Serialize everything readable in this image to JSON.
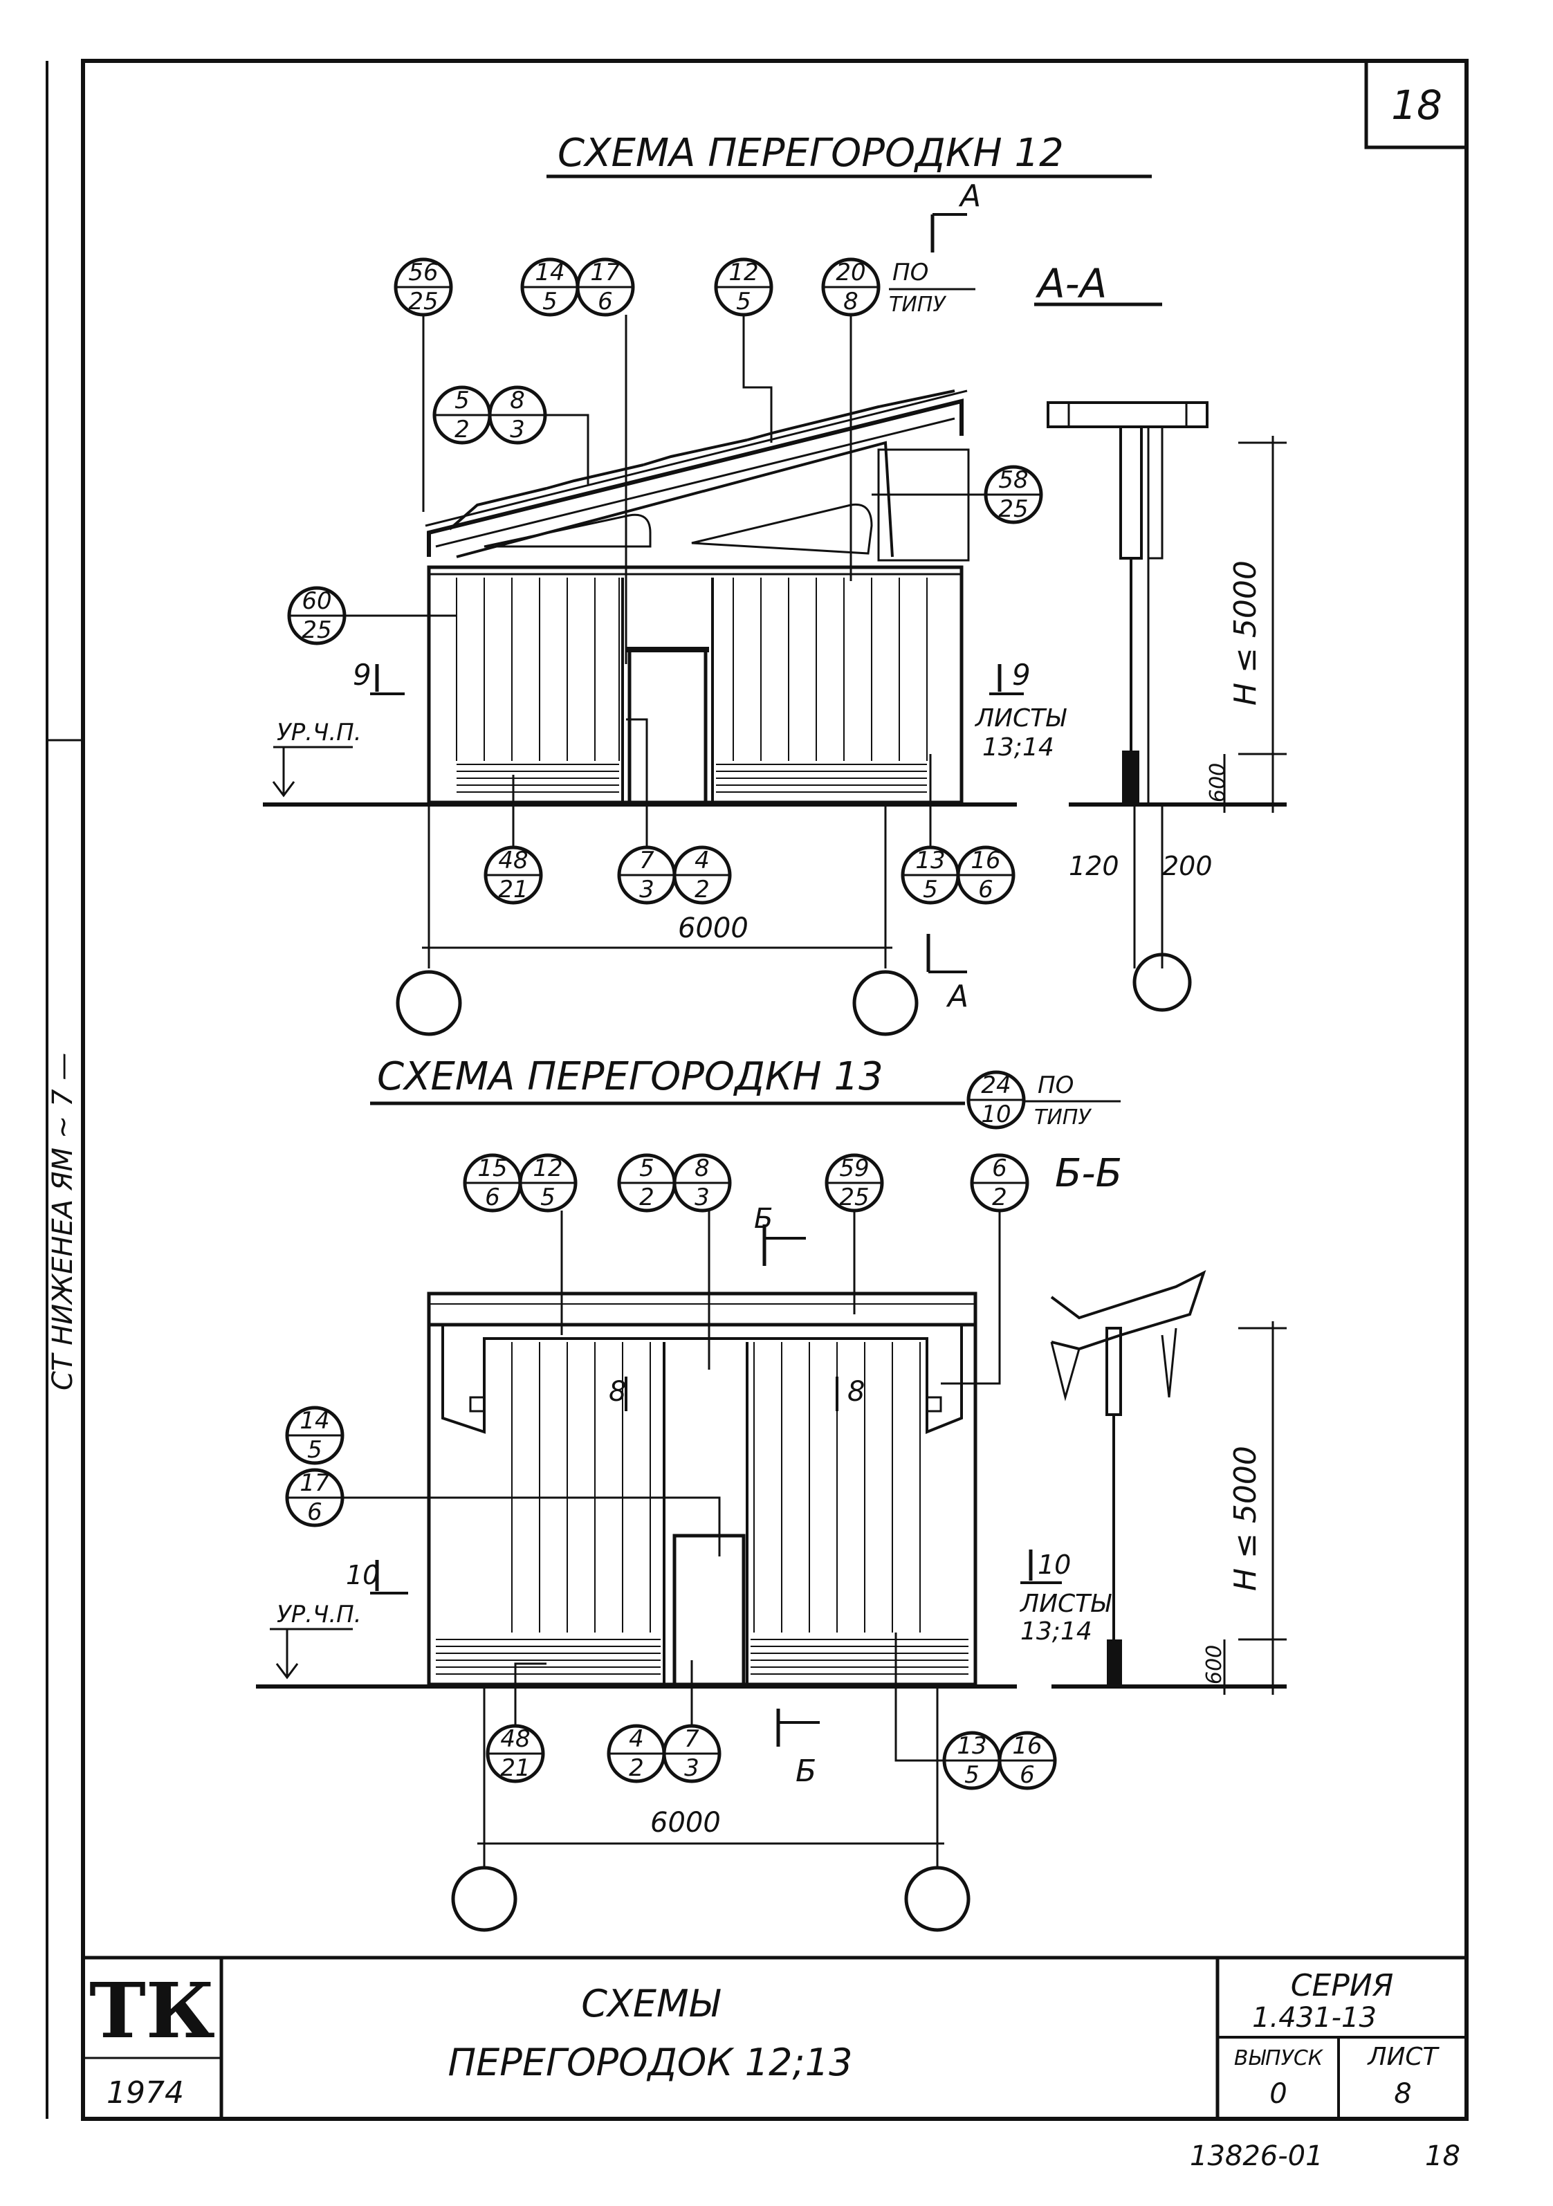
{
  "sheet_number": "18",
  "side_stamp": "СТ НИЖЕНЕА ЯМ ~ 7 — ",
  "top_scheme": {
    "title": "СХЕМА ПЕРЕГОРОДКН 12",
    "section_label": "А-А",
    "section_mark": "А",
    "po_tipu_1": "ПО",
    "po_tipu_2": "ТИПУ",
    "level_label": "УР.Ч.П.",
    "mark_9": "9",
    "sheets_label": "ЛИСТЫ",
    "sheets_numbers": "13;14",
    "span": "6000",
    "height": "H ≤ 5000",
    "dim_600": "600",
    "dim_120": "120",
    "dim_200": "200",
    "callouts": [
      {
        "top": "56",
        "bottom": "25"
      },
      {
        "top": "14",
        "bottom": "5"
      },
      {
        "top": "17",
        "bottom": "6"
      },
      {
        "top": "12",
        "bottom": "5"
      },
      {
        "top": "20",
        "bottom": "8"
      },
      {
        "top": "5",
        "bottom": "2"
      },
      {
        "top": "8",
        "bottom": "3"
      },
      {
        "top": "58",
        "bottom": "25"
      },
      {
        "top": "60",
        "bottom": "25"
      },
      {
        "top": "48",
        "bottom": "21"
      },
      {
        "top": "7",
        "bottom": "3"
      },
      {
        "top": "4",
        "bottom": "2"
      },
      {
        "top": "13",
        "bottom": "5"
      },
      {
        "top": "16",
        "bottom": "6"
      }
    ]
  },
  "bottom_scheme": {
    "title": "СХЕМА ПЕРЕГОРОДКН 13",
    "section_label": "Б-Б",
    "section_mark": "Б",
    "po_tipu_1": "ПО",
    "po_tipu_2": "ТИПУ",
    "level_label": "УР.Ч.П.",
    "mark_10": "10",
    "mark_8": "8",
    "sheets_label": "ЛИСТЫ",
    "sheets_numbers": "13;14",
    "span": "6000",
    "height": "H ≤ 5000",
    "dim_600": "600",
    "callouts": [
      {
        "top": "24",
        "bottom": "10"
      },
      {
        "top": "15",
        "bottom": "6"
      },
      {
        "top": "12",
        "bottom": "5"
      },
      {
        "top": "5",
        "bottom": "2"
      },
      {
        "top": "8",
        "bottom": "3"
      },
      {
        "top": "59",
        "bottom": "25"
      },
      {
        "top": "6",
        "bottom": "2"
      },
      {
        "top": "14",
        "bottom": "5"
      },
      {
        "top": "17",
        "bottom": "6"
      },
      {
        "top": "48",
        "bottom": "21"
      },
      {
        "top": "4",
        "bottom": "2"
      },
      {
        "top": "7",
        "bottom": "3"
      },
      {
        "top": "13",
        "bottom": "5"
      },
      {
        "top": "16",
        "bottom": "6"
      }
    ]
  },
  "title_block": {
    "logo": "ТК",
    "year": "1974",
    "title_line1": "СХЕМЫ",
    "title_line2": "ПЕРЕГОРОДОК 12;13",
    "series_label": "СЕРИЯ",
    "series_number": "1.431-13",
    "issue_label": "ВЫПУСК",
    "issue_value": "0",
    "sheet_label": "ЛИСТ",
    "sheet_value": "8"
  },
  "archive_number": "13826-01",
  "archive_page": "18"
}
